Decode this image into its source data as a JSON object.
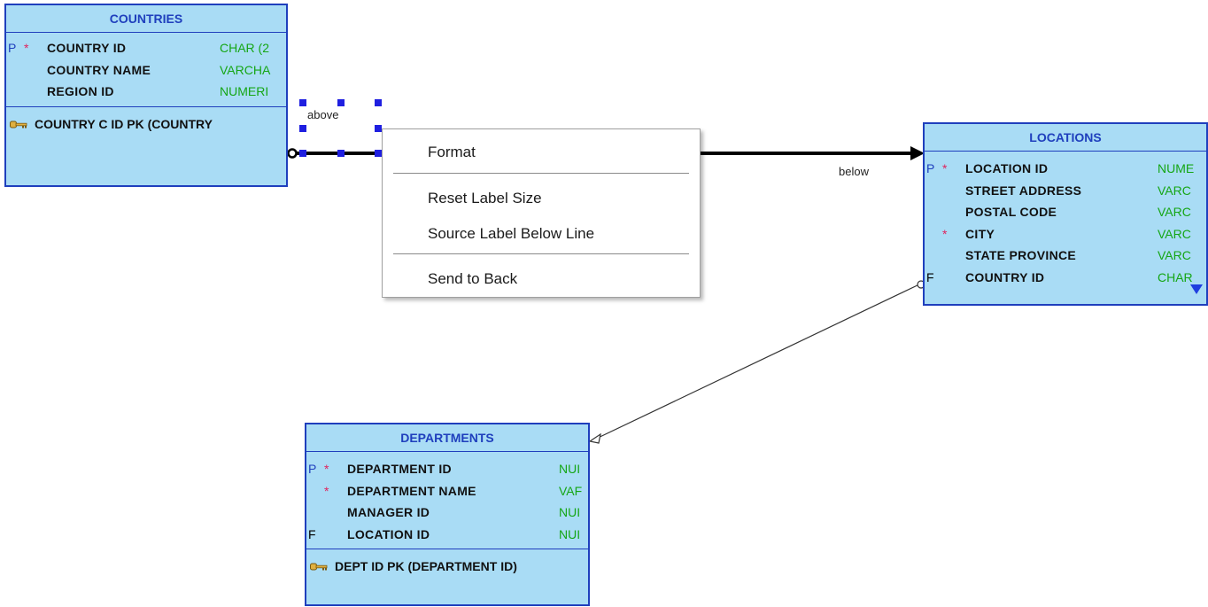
{
  "entities": {
    "countries": {
      "title": "COUNTRIES",
      "columns": [
        {
          "key": "P",
          "mand": "*",
          "name": "COUNTRY ID",
          "type": "CHAR (2"
        },
        {
          "key": "",
          "mand": "",
          "name": "COUNTRY NAME",
          "type": "VARCHA"
        },
        {
          "key": "",
          "mand": "",
          "name": "REGION ID",
          "type": "NUMERI"
        }
      ],
      "pk": "COUNTRY C ID PK (COUNTRY"
    },
    "locations": {
      "title": "LOCATIONS",
      "columns": [
        {
          "key": "P",
          "mand": "*",
          "name": "LOCATION ID",
          "type": "NUME"
        },
        {
          "key": "",
          "mand": "",
          "name": "STREET ADDRESS",
          "type": "VARC"
        },
        {
          "key": "",
          "mand": "",
          "name": "POSTAL CODE",
          "type": "VARC"
        },
        {
          "key": "",
          "mand": "*",
          "name": "CITY",
          "type": "VARC"
        },
        {
          "key": "",
          "mand": "",
          "name": "STATE PROVINCE",
          "type": "VARC"
        },
        {
          "key": "F",
          "mand": "",
          "name": "COUNTRY ID",
          "type": "CHAR"
        }
      ]
    },
    "departments": {
      "title": "DEPARTMENTS",
      "columns": [
        {
          "key": "P",
          "mand": "*",
          "name": "DEPARTMENT ID",
          "type": "NUI"
        },
        {
          "key": "",
          "mand": "*",
          "name": "DEPARTMENT NAME",
          "type": "VAF"
        },
        {
          "key": "",
          "mand": "",
          "name": "MANAGER ID",
          "type": "NUI"
        },
        {
          "key": "F",
          "mand": "",
          "name": "LOCATION ID",
          "type": "NUI"
        }
      ],
      "pk": "DEPT ID PK (DEPARTMENT ID)"
    }
  },
  "relationship_labels": {
    "source": "above",
    "target": "below"
  },
  "context_menu": {
    "items": [
      "Format",
      "Reset Label Size",
      "Source Label Below Line",
      "Send to Back"
    ]
  },
  "colors": {
    "entity_fill": "#a9dcf5",
    "entity_border": "#1f3fbd",
    "title_text": "#1f3fbd",
    "type_text": "#15a615",
    "mandatory_star": "#e0245e",
    "selection_handle": "#1f1fe0"
  },
  "icons": {
    "pk_key": "key-icon",
    "scroll_more": "triangle-down-icon"
  }
}
